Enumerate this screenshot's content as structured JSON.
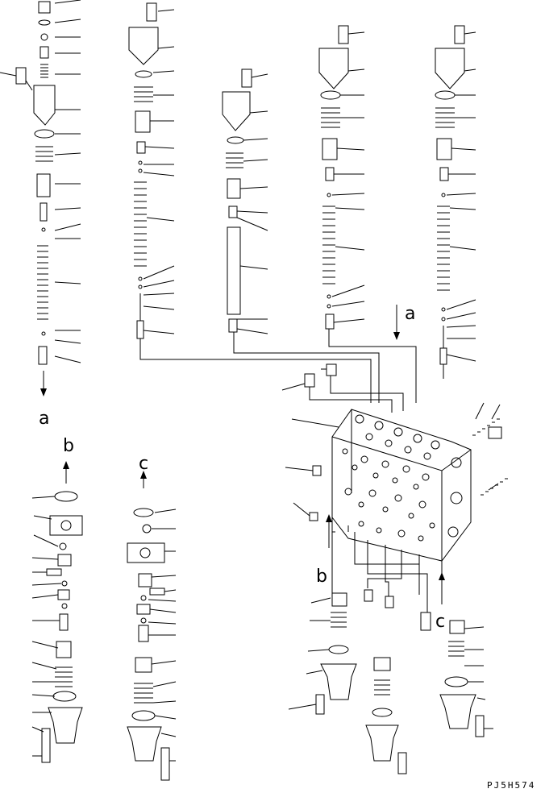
{
  "diagram": {
    "letters": {
      "a": "a",
      "b": "b",
      "c": "c"
    },
    "drawing_code": "PJ5H574"
  }
}
